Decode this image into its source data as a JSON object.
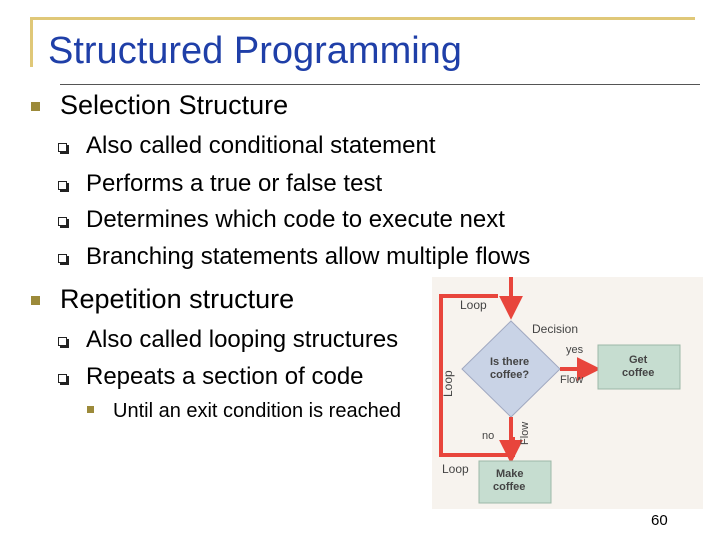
{
  "slide": {
    "title": "Structured Programming",
    "page_number": "60"
  },
  "bullets": {
    "selection": {
      "heading": "Selection Structure",
      "items": [
        "Also called conditional statement",
        "Performs a true or false test",
        "Determines which code to execute next",
        "Branching statements allow multiple flows"
      ]
    },
    "repetition": {
      "heading": "Repetition structure",
      "items": [
        "Also called looping structures",
        "Repeats a section of code"
      ],
      "sub_items": [
        "Until an exit condition is reached"
      ]
    }
  },
  "flowchart": {
    "loop_top": "Loop",
    "decision_label": "Decision",
    "decision_text_1": "Is there",
    "decision_text_2": "coffee?",
    "yes": "yes",
    "no": "no",
    "flow_h": "Flow",
    "flow_v": "Flow",
    "loop_side": "Loop",
    "loop_bottom": "Loop",
    "get_1": "Get",
    "get_2": "coffee",
    "make_1": "Make",
    "make_2": "coffee",
    "colors": {
      "arrow": "#e8453c",
      "decision_fill": "#c9d3e6",
      "box_fill": "#c6ddd0",
      "text": "#444444"
    }
  }
}
